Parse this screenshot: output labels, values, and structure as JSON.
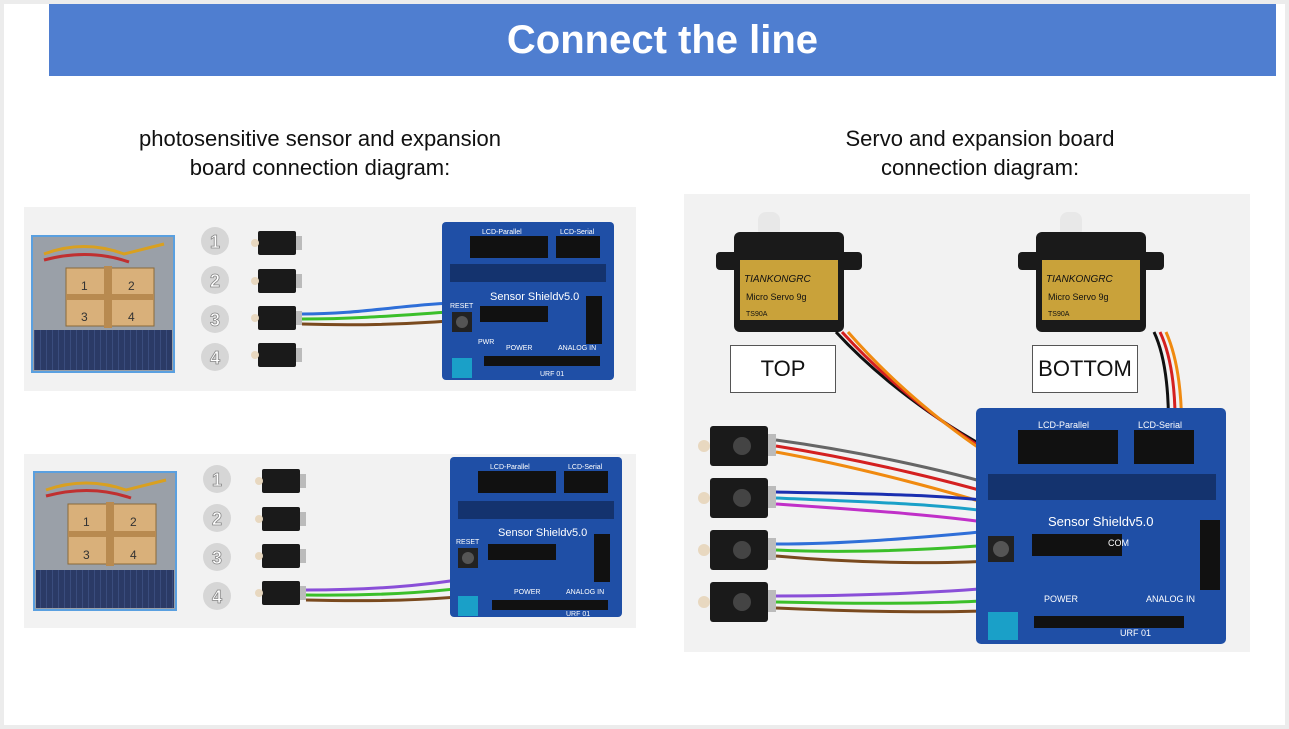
{
  "slide": {
    "title": "Connect the line"
  },
  "left_caption": {
    "line1": "photosensitive sensor and expansion",
    "line2": "board connection diagram:"
  },
  "right_caption": {
    "line1": "Servo and expansion board",
    "line2": "connection diagram:"
  },
  "panel_a": {
    "sensor_numbers": [
      "1",
      "2",
      "3",
      "4"
    ],
    "photo_numbers": [
      "1",
      "2",
      "3",
      "4"
    ],
    "board_labels": {
      "lcd_parallel": "LCD-Parallel",
      "lcd_serial": "LCD-Serial",
      "shield_name": "Sensor Shieldv5.0",
      "reset": "RESET",
      "pwr": "PWR",
      "power": "POWER",
      "analog_in": "ANALOG IN",
      "urf": "URF 01"
    }
  },
  "panel_b": {
    "sensor_numbers": [
      "1",
      "2",
      "3",
      "4"
    ],
    "photo_numbers": [
      "1",
      "2",
      "3",
      "4"
    ],
    "board_labels": {
      "lcd_parallel": "LCD-Parallel",
      "lcd_serial": "LCD-Serial",
      "shield_name": "Sensor Shieldv5.0",
      "reset": "RESET",
      "power": "POWER",
      "analog_in": "ANALOG IN",
      "urf": "URF 01"
    }
  },
  "servo_panel": {
    "servo_brand": "TIANKONGRC",
    "servo_model": "Micro Servo 9g",
    "servo_code": "TS90A",
    "top_label": "TOP",
    "bottom_label": "BOTTOM",
    "board_labels": {
      "lcd_parallel": "LCD-Parallel",
      "lcd_serial": "LCD-Serial",
      "shield_name": "Sensor Shieldv5.0",
      "power": "POWER",
      "analog_in": "ANALOG IN",
      "urf": "URF 01",
      "com": "COM"
    }
  },
  "colors": {
    "title_bg": "#4f7ed0",
    "board_blue": "#1f4fa6",
    "wire_blue": "#2f6fd8",
    "wire_green": "#3bbf2a",
    "wire_brown": "#7a4a1e",
    "wire_purple": "#8a4fd8",
    "wire_red": "#d42020",
    "wire_orange": "#f08a10",
    "wire_black": "#111111",
    "wire_magenta": "#c030c8",
    "wire_gray": "#666666"
  }
}
